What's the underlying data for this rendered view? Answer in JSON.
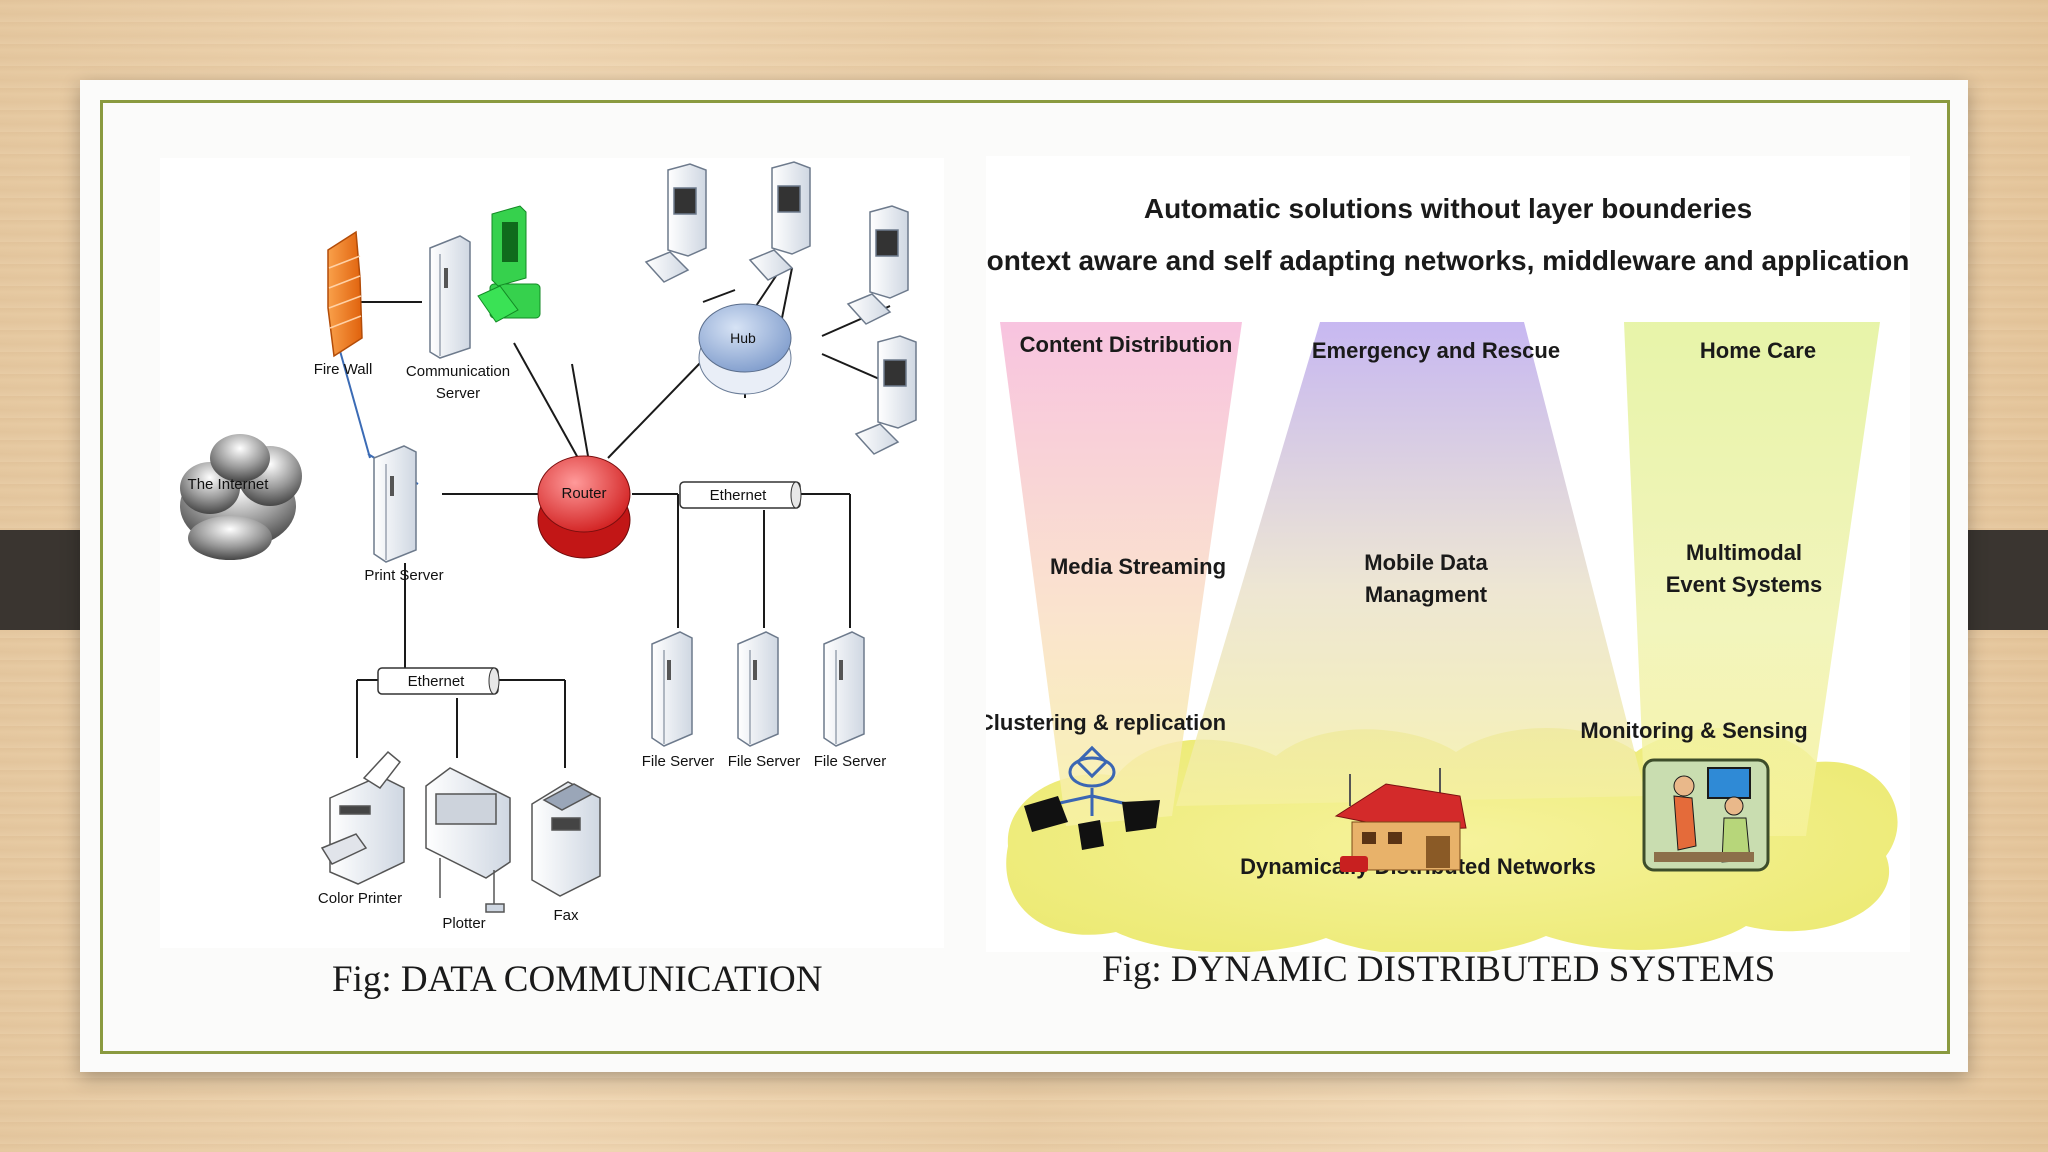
{
  "left_figure": {
    "nodes": {
      "firewall": "Fire Wall",
      "comm_server_line1": "Communication",
      "comm_server_line2": "Server",
      "internet": "The Internet",
      "hub": "Hub",
      "router": "Router",
      "print_server": "Print Server",
      "ethernet_top": "Ethernet",
      "ethernet_bottom": "Ethernet",
      "file_servers": [
        "File Server",
        "File Server",
        "File Server"
      ],
      "color_printer": "Color Printer",
      "plotter": "Plotter",
      "fax": "Fax"
    },
    "caption": "Fig: DATA COMMUNICATION"
  },
  "right_figure": {
    "title_line1": "Automatic solutions without layer bounderies",
    "title_line2": "context aware and self adapting networks, middleware and applications",
    "beams": {
      "content_distribution": "Content Distribution",
      "emergency_rescue": "Emergency and Rescue",
      "home_care": "Home Care"
    },
    "mid_labels": {
      "media_streaming": "Media Streaming",
      "mobile_data_line1": "Mobile Data",
      "mobile_data_line2": "Managment",
      "multimodal_line1": "Multimodal",
      "multimodal_line2": "Event Systems"
    },
    "base_labels": {
      "clustering": "Clustering & replication",
      "monitoring": "Monitoring & Sensing",
      "dynamic_networks": "Dynamically Distributed Networks"
    },
    "caption": "Fig: DYNAMIC DISTRIBUTED SYSTEMS"
  },
  "colors": {
    "frame_border": "#8a9a3f",
    "beam_pink": "#f7b9da",
    "beam_purple": "#b9a6ee",
    "beam_green": "#e6f2a0",
    "cloud_yellow": "#f4f08a",
    "router_red": "#e23a3a",
    "hub_blue": "#9fb6dc",
    "firewall_orange": "#f27a1e",
    "green_pc": "#22c43a"
  }
}
